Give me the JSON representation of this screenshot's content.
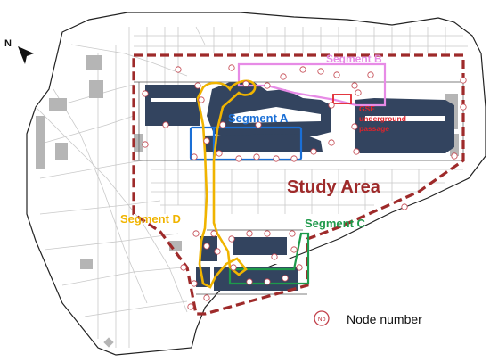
{
  "map": {
    "north_label": "N",
    "study_area_label": "Study Area",
    "segments": [
      {
        "id": "A",
        "label": "Segment A",
        "color": "#1a6fd6"
      },
      {
        "id": "B",
        "label": "Segment B",
        "color": "#e78be6"
      },
      {
        "id": "C",
        "label": "Segment C",
        "color": "#1e9a4b"
      },
      {
        "id": "D",
        "label": "Segment D",
        "color": "#f0b400"
      }
    ],
    "gse_label_lines": [
      "GSE",
      "underground",
      "passage"
    ],
    "gse_color": "#e0232b",
    "study_area_color": "#9e2a2a",
    "terminal_color": "#33445f",
    "node_color": "#c2404a",
    "legend": {
      "symbol_text": "No",
      "label": "Node number"
    }
  }
}
